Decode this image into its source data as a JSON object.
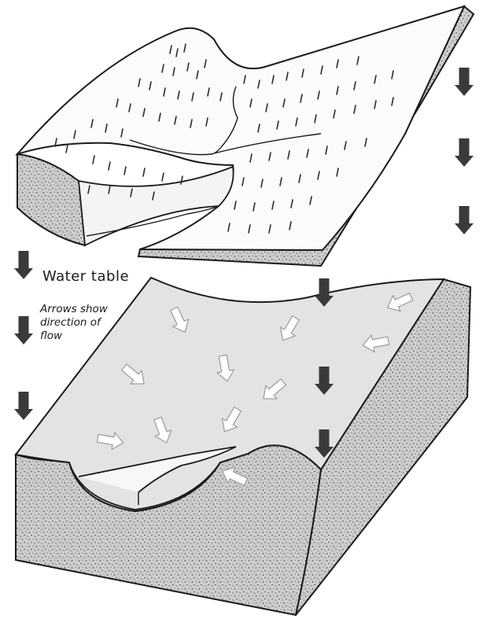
{
  "labels": {
    "water_table": "Water table",
    "flow_note_line1": "Arrows show",
    "flow_note_line2": "direction of",
    "flow_note_line3": "flow"
  },
  "colors": {
    "ink": "#1a1a1a",
    "soil_fill": "#c9c9c9",
    "water_table_surface": "#e3e3e3",
    "land_surface": "#fbfbfb",
    "down_arrow": "#3a3a3a",
    "flow_arrow": "#ffffff"
  },
  "icons": {
    "down_arrow": "thick-down-arrow-icon",
    "flow_arrow": "hollow-flow-arrow-icon"
  }
}
